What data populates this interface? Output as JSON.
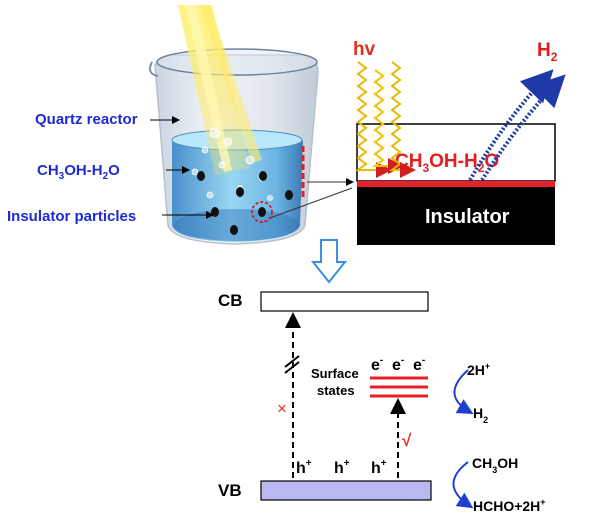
{
  "colors": {
    "label_blue": "#1d2bd6",
    "photon_red": "#e0301e",
    "photon_yellow": "#f2c200",
    "h2_red": "#e02020",
    "surface_line": "#e8202a",
    "vb_fill": "#b9b9f0",
    "arrow_blue": "#1f3fd0",
    "big_arrow_blue": "#3b8ee8"
  },
  "reactor": {
    "quartz_label": "Quartz reactor",
    "solution_label_main": "CH",
    "solution_label_sub1": "3",
    "solution_label_mid": "OH-H",
    "solution_label_sub2": "2",
    "solution_label_end": "O",
    "particles_label": "Insulator particles"
  },
  "zoom": {
    "hv": "hv",
    "h2_main": "H",
    "h2_sub": "2",
    "liquid_main": "CH",
    "liquid_sub1": "3",
    "liquid_mid": "OH-H",
    "liquid_sub2": "2",
    "liquid_end": "O",
    "insulator": "Insulator"
  },
  "band": {
    "cb": "CB",
    "vb": "VB",
    "surface_line1": "Surface",
    "surface_line2": "states",
    "electrons": [
      "e",
      "e",
      "e"
    ],
    "electron_sup": "-",
    "holes": [
      "h",
      "h",
      "h"
    ],
    "hole_sup": "+",
    "cross": "×",
    "check": "√",
    "reduction_in": "2H",
    "reduction_in_sup": "+",
    "reduction_out": "H",
    "reduction_out_sub": "2",
    "oxidation_in_main": "CH",
    "oxidation_in_sub": "3",
    "oxidation_in_end": "OH",
    "oxidation_out": "HCHO+2H",
    "oxidation_out_sup": "+"
  }
}
